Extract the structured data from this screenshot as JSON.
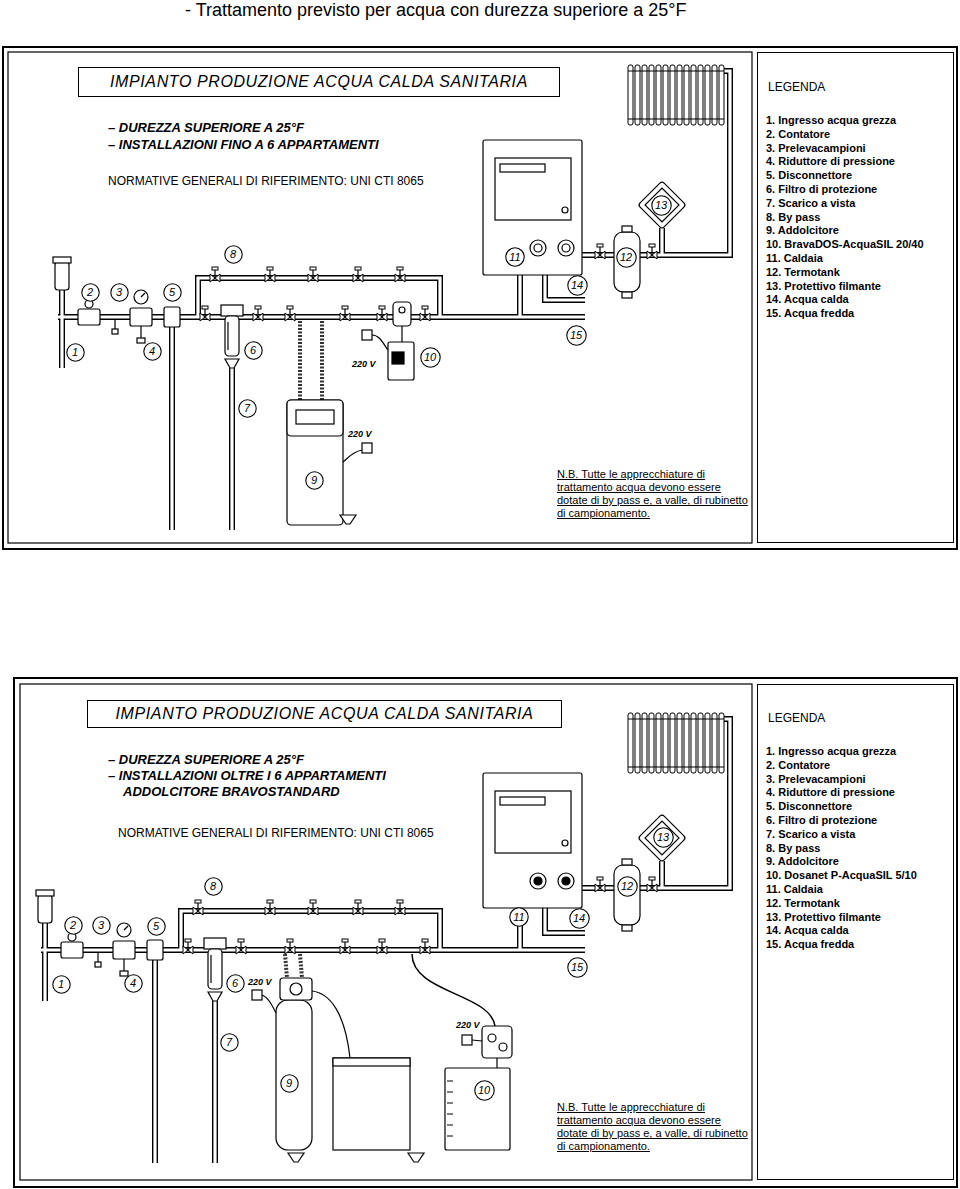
{
  "diagram": {
    "title": "- Trattamento previsto per acqua con durezza superiore a 25°F",
    "nodes": [
      {
        "text": [
          "IMPIANTO PRODUZIONE ACQUA CALDA SANITARIA"
        ]
      },
      {
        "text": [
          "LEGENDA"
        ]
      },
      {
        "text": [
          "1"
        ]
      },
      {
        "text": [
          "2"
        ]
      },
      {
        "text": [
          "3"
        ]
      },
      {
        "text": [
          "4"
        ]
      },
      {
        "text": [
          "5"
        ]
      },
      {
        "text": [
          "6"
        ]
      },
      {
        "text": [
          "7"
        ]
      },
      {
        "text": [
          "8"
        ]
      },
      {
        "text": [
          "9"
        ]
      },
      {
        "text": [
          "10"
        ]
      },
      {
        "text": [
          "11"
        ]
      },
      {
        "text": [
          "12"
        ]
      },
      {
        "text": [
          "13"
        ]
      },
      {
        "text": [
          "14"
        ]
      },
      {
        "text": [
          "15"
        ]
      },
      {
        "text": [
          "IMPIANTO PRODUZIONE ACQUA CALDA SANITARIA"
        ]
      },
      {
        "text": [
          "LEGENDA"
        ]
      },
      {
        "text": [
          "1"
        ]
      },
      {
        "text": [
          "2"
        ]
      },
      {
        "text": [
          "3"
        ]
      },
      {
        "text": [
          "4"
        ]
      },
      {
        "text": [
          "5"
        ]
      },
      {
        "text": [
          "6"
        ]
      },
      {
        "text": [
          "7"
        ]
      },
      {
        "text": [
          "8"
        ]
      },
      {
        "text": [
          "9"
        ]
      },
      {
        "text": [
          "10"
        ]
      },
      {
        "text": [
          "11"
        ]
      },
      {
        "text": [
          "12"
        ]
      },
      {
        "text": [
          "13"
        ]
      },
      {
        "text": [
          "14"
        ]
      },
      {
        "text": [
          "15"
        ]
      }
    ],
    "labels": [
      "– DUREZZA SUPERIORE A 25°F",
      "– INSTALLAZIONI FINO A 6 APPARTAMENTI",
      "NORMATIVE GENERALI DI RIFERIMENTO: UNI CTI 8065",
      "220 V",
      "220 V",
      "N.B. Tutte le apprecchiature di trattamento acqua devono essere dotate di by pass e, a valle, di rubinetto di campionamento.",
      "– DUREZZA SUPERIORE A 25°F",
      "– INSTALLAZIONI OLTRE I 6 APPARTAMENTI",
      "ADDOLCITORE BRAVOSTANDARD",
      "NORMATIVE GENERALI DI RIFERIMENTO: UNI CTI 8065",
      "220 V",
      "220 V",
      "N.B. Tutte le apprecchiature di trattamento acqua devono essere dotate di by pass e, a valle, di rubinetto di campionamento."
    ],
    "legend": [
      {
        "text": "1. Ingresso acqua grezza"
      },
      {
        "text": "2. Contatore"
      },
      {
        "text": "3. Prelevacampioni"
      },
      {
        "text": "4. Riduttore di pressione"
      },
      {
        "text": "5. Disconnettore"
      },
      {
        "text": "6. Filtro di protezione"
      },
      {
        "text": "7. Scarico a vista"
      },
      {
        "text": "8. By pass"
      },
      {
        "text": "9. Addolcitore"
      },
      {
        "text": "10. BravaDOS-AcquaSIL 20/40"
      },
      {
        "text": "11. Caldaia"
      },
      {
        "text": "12. Termotank"
      },
      {
        "text": "13. Protettivo filmante"
      },
      {
        "text": "14. Acqua calda"
      },
      {
        "text": "15. Acqua fredda"
      },
      {
        "text": "1. Ingresso acqua grezza"
      },
      {
        "text": "2. Contatore"
      },
      {
        "text": "3. Prelevacampioni"
      },
      {
        "text": "4. Riduttore di pressione"
      },
      {
        "text": "5. Disconnettore"
      },
      {
        "text": "6. Filtro di protezione"
      },
      {
        "text": "7. Scarico a vista"
      },
      {
        "text": "8. By pass"
      },
      {
        "text": "9. Addolcitore"
      },
      {
        "text": "10. Dosanet P-AcquaSIL 5/10"
      },
      {
        "text": "11. Caldaia"
      },
      {
        "text": "12. Termotank"
      },
      {
        "text": "13. Protettivo filmante"
      },
      {
        "text": "14. Acqua calda"
      },
      {
        "text": "15. Acqua fredda"
      }
    ]
  }
}
